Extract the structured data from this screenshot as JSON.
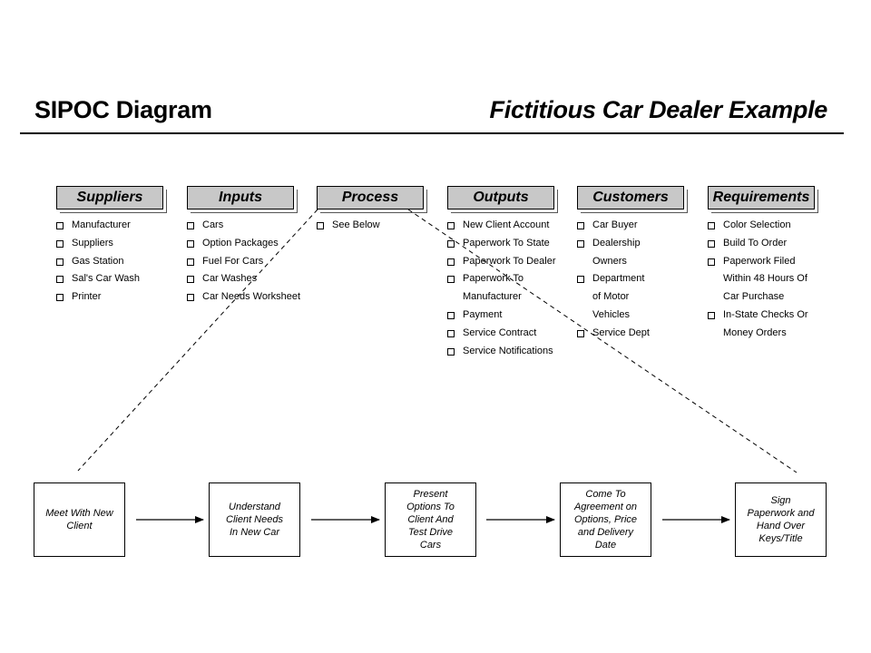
{
  "title": "SIPOC Diagram",
  "subtitle": "Fictitious Car Dealer Example",
  "columns": [
    {
      "header": "Suppliers",
      "items": [
        "Manufacturer",
        "Suppliers",
        "Gas Station",
        "Sal's Car Wash",
        "Printer"
      ]
    },
    {
      "header": "Inputs",
      "items": [
        "Cars",
        "Option Packages",
        "Fuel For Cars",
        "Car Washes",
        "Car Needs Worksheet"
      ]
    },
    {
      "header": "Process",
      "items": [
        "See Below"
      ]
    },
    {
      "header": "Outputs",
      "items": [
        "New Client Account",
        "Paperwork To State",
        "Paperwork To Dealer",
        "Paperwork To\nManufacturer",
        "Payment",
        "Service Contract",
        "Service Notifications"
      ]
    },
    {
      "header": "Customers",
      "items": [
        "Car Buyer",
        "Dealership\nOwners",
        "Department\nof Motor\nVehicles",
        "Service Dept"
      ]
    },
    {
      "header": "Requirements",
      "items": [
        "Color Selection",
        "Build To Order",
        "Paperwork Filed\nWithin 48 Hours Of\nCar Purchase",
        "In-State Checks Or\nMoney Orders"
      ]
    }
  ],
  "process_steps": [
    "Meet With New\nClient",
    "Understand\nClient Needs\nIn New Car",
    "Present\nOptions To\nClient And\nTest Drive\nCars",
    "Come To\nAgreement on\nOptions, Price\nand Delivery\nDate",
    "Sign\nPaperwork and\nHand Over\nKeys/Title"
  ]
}
